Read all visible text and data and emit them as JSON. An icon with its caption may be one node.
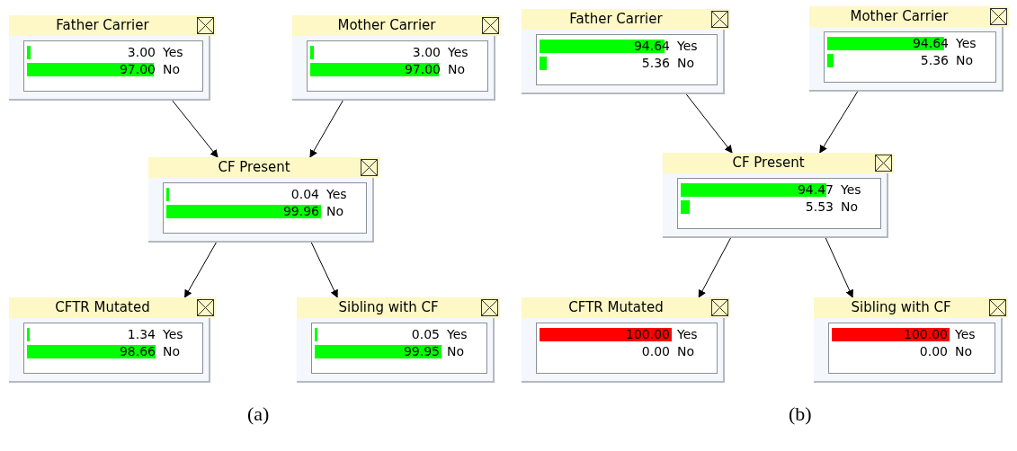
{
  "diagram": {
    "nodes": [
      {
        "text": [
          "Father Carrier",
          "3.00",
          "Yes",
          "97.00",
          "No"
        ]
      },
      {
        "text": [
          "Mother Carrier",
          "3.00",
          "Yes",
          "97.00",
          "No"
        ]
      },
      {
        "text": [
          "CF Present",
          "0.04",
          "Yes",
          "99.96",
          "No"
        ]
      },
      {
        "text": [
          "CFTR Mutated",
          "1.34",
          "Yes",
          "98.66",
          "No"
        ]
      },
      {
        "text": [
          "Sibling with CF",
          "0.05",
          "Yes",
          "99.95",
          "No"
        ]
      },
      {
        "text": [
          "Father Carrier",
          "94.64",
          "Yes",
          "5.36",
          "No"
        ]
      },
      {
        "text": [
          "Mother Carrier",
          "94.64",
          "Yes",
          "5.36",
          "No"
        ]
      },
      {
        "text": [
          "CF Present",
          "94.47",
          "Yes",
          "5.53",
          "No"
        ]
      },
      {
        "text": [
          "CFTR Mutated",
          "100.00",
          "Yes",
          "0.00",
          "No"
        ]
      },
      {
        "text": [
          "Sibling with CF",
          "100.00",
          "Yes",
          "0.00",
          "No"
        ]
      }
    ],
    "edges": [
      {
        "from": 0,
        "to": 2,
        "arrow": "to"
      },
      {
        "from": 1,
        "to": 2,
        "arrow": "to"
      },
      {
        "from": 2,
        "to": 3,
        "arrow": "to"
      },
      {
        "from": 2,
        "to": 4,
        "arrow": "to"
      },
      {
        "from": 5,
        "to": 7,
        "arrow": "to"
      },
      {
        "from": 6,
        "to": 7,
        "arrow": "to"
      },
      {
        "from": 7,
        "to": 8,
        "arrow": "to"
      },
      {
        "from": 7,
        "to": 9,
        "arrow": "to"
      }
    ],
    "labels": [
      "(a)",
      "(b)"
    ]
  }
}
